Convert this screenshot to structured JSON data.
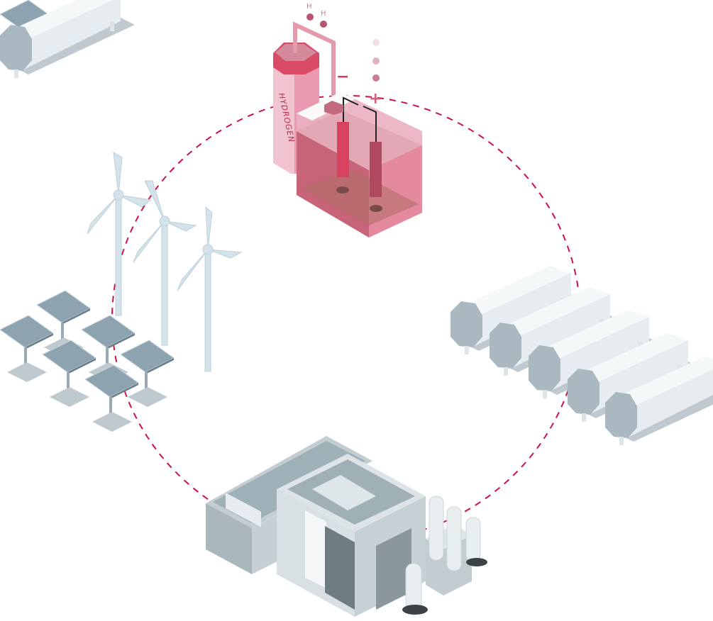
{
  "illustration": {
    "tank_label": "HYDROGEN",
    "molecule_labels": [
      "H",
      "H"
    ],
    "electrode_signs": {
      "negative": "−",
      "positive": "+"
    },
    "colors": {
      "cycle_dash": "#c8144a",
      "hydrogen_pink": "#e0506e",
      "hydrogen_light": "#f2c4d0",
      "industry_gray": "#b5c2ca",
      "renewable_blue": "#d4e3ea"
    }
  }
}
